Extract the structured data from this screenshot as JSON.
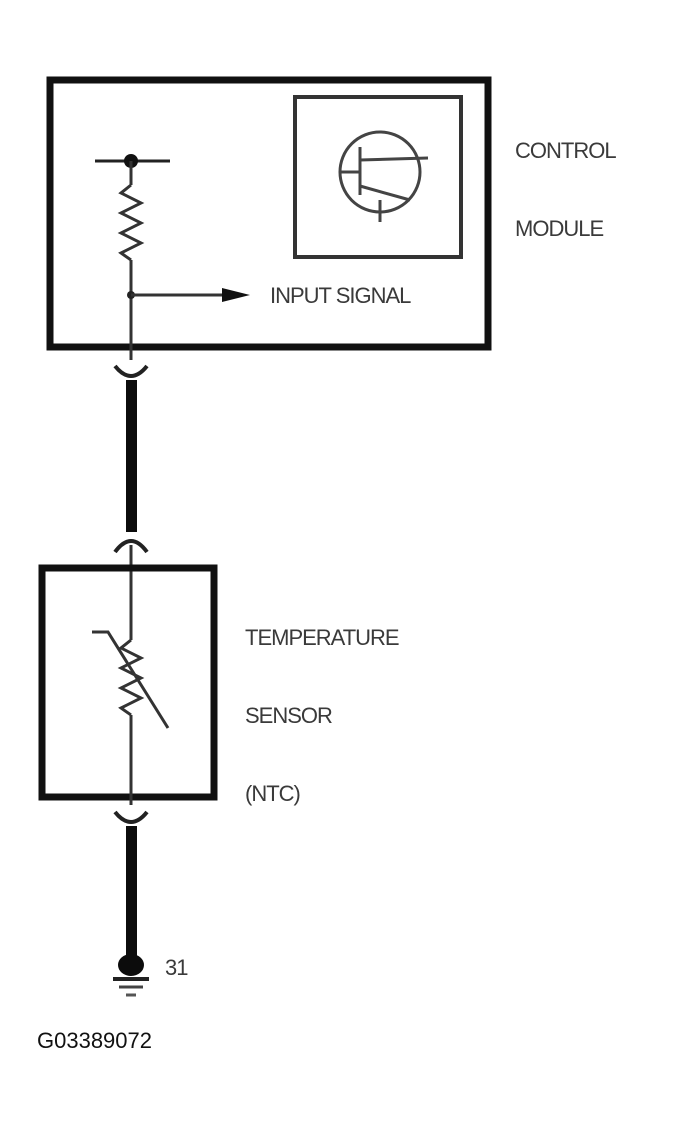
{
  "diagram": {
    "control_module_label": [
      "CONTROL",
      "MODULE"
    ],
    "input_signal_label": "INPUT SIGNAL",
    "sensor_label": [
      "TEMPERATURE",
      "SENSOR",
      "(NTC)"
    ],
    "ground_label": "31",
    "figure_id": "G03389072"
  }
}
